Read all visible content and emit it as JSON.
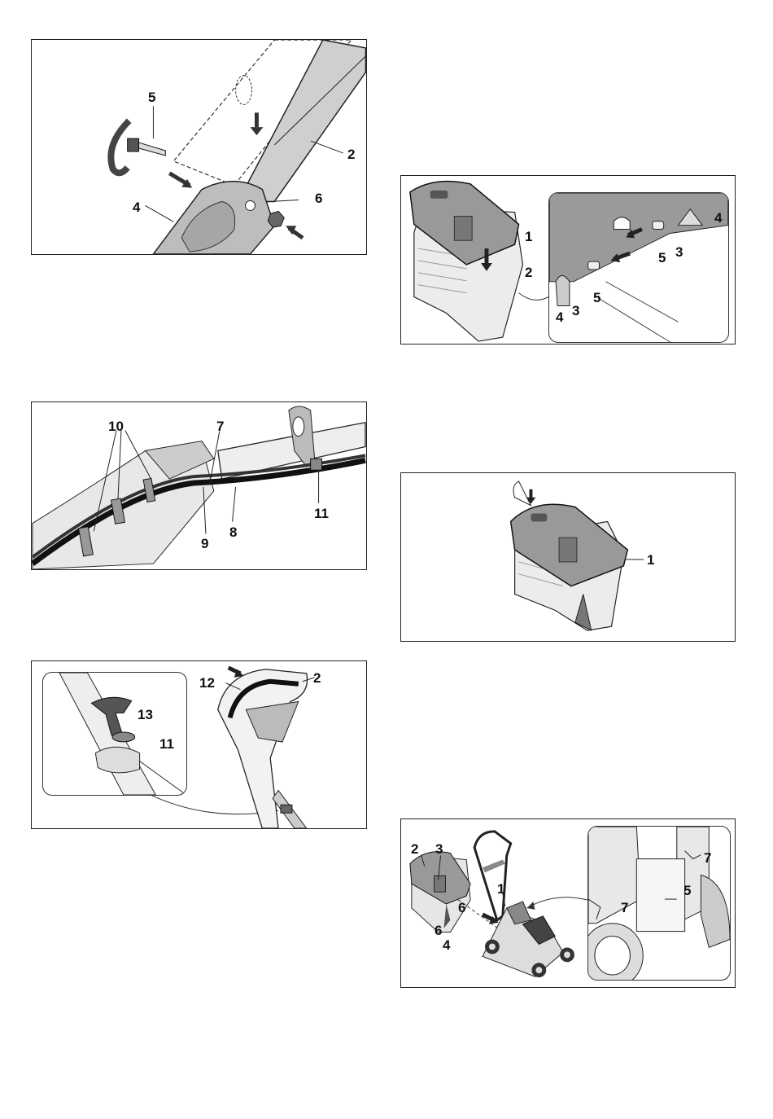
{
  "figures": [
    {
      "id": "fig-handle-bolt",
      "labels": [
        "5",
        "2",
        "6",
        "4"
      ]
    },
    {
      "id": "fig-grass-catcher-lid",
      "labels": [
        "1",
        "2",
        "4",
        "3",
        "5",
        "5",
        "4",
        "3"
      ]
    },
    {
      "id": "fig-cable-clips",
      "labels": [
        "10",
        "7",
        "11",
        "9",
        "8"
      ]
    },
    {
      "id": "fig-starter-grip",
      "labels": [
        "13",
        "11",
        "12",
        "2"
      ]
    },
    {
      "id": "fig-catcher-closed",
      "labels": [
        "1"
      ]
    },
    {
      "id": "fig-mower-catcher",
      "labels": [
        "2",
        "3",
        "1",
        "6",
        "6",
        "4",
        "7",
        "5",
        "7"
      ]
    }
  ]
}
